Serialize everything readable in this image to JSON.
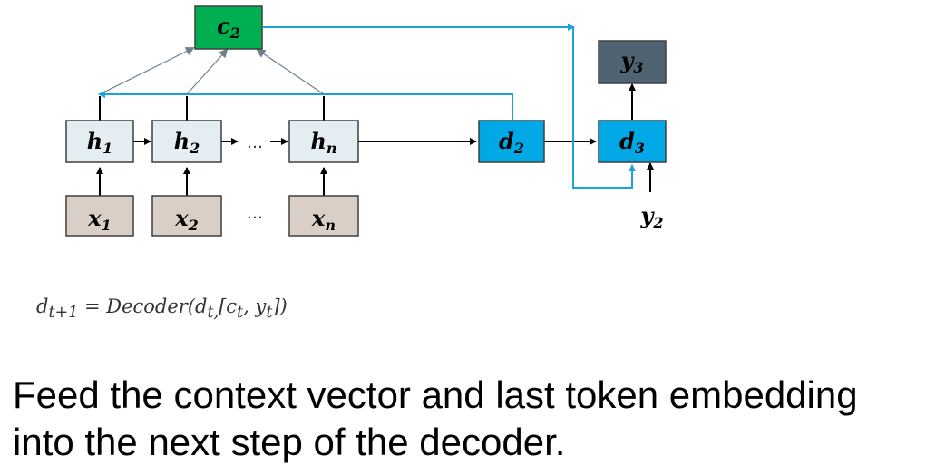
{
  "diagram": {
    "nodes": [
      {
        "id": "x1",
        "base": "x",
        "sub": "1"
      },
      {
        "id": "x2",
        "base": "x",
        "sub": "2"
      },
      {
        "id": "xn",
        "base": "x",
        "sub": "n"
      },
      {
        "id": "h1",
        "base": "h",
        "sub": "1"
      },
      {
        "id": "h2",
        "base": "h",
        "sub": "2"
      },
      {
        "id": "hn",
        "base": "h",
        "sub": "n"
      },
      {
        "id": "c2",
        "base": "c",
        "sub": "2"
      },
      {
        "id": "d2",
        "base": "d",
        "sub": "2"
      },
      {
        "id": "d3",
        "base": "d",
        "sub": "3"
      },
      {
        "id": "y3",
        "base": "y",
        "sub": "3"
      }
    ],
    "y2_label": {
      "base": "y",
      "sub": "2"
    },
    "ellipsis": "…",
    "colors": {
      "input_fill": "#d9cfc6",
      "hidden_fill": "#e4edf2",
      "context_fill": "#00b050",
      "decoder_fill": "#00a8e6",
      "output_fill": "#4f6373",
      "attention_line": "#1aa3db",
      "attention_gray": "#6e7f8c"
    }
  },
  "equation": {
    "lhs": "d",
    "lhs_sub": "t+1",
    "rest": " = Decoder(d",
    "rest_sub": "t,",
    "tail": "[c",
    "tail_sub": "t",
    "comma": ", y",
    "y_sub": "t",
    "end": "])"
  },
  "caption": "Feed the context vector and last token embedding into the next step of the decoder."
}
